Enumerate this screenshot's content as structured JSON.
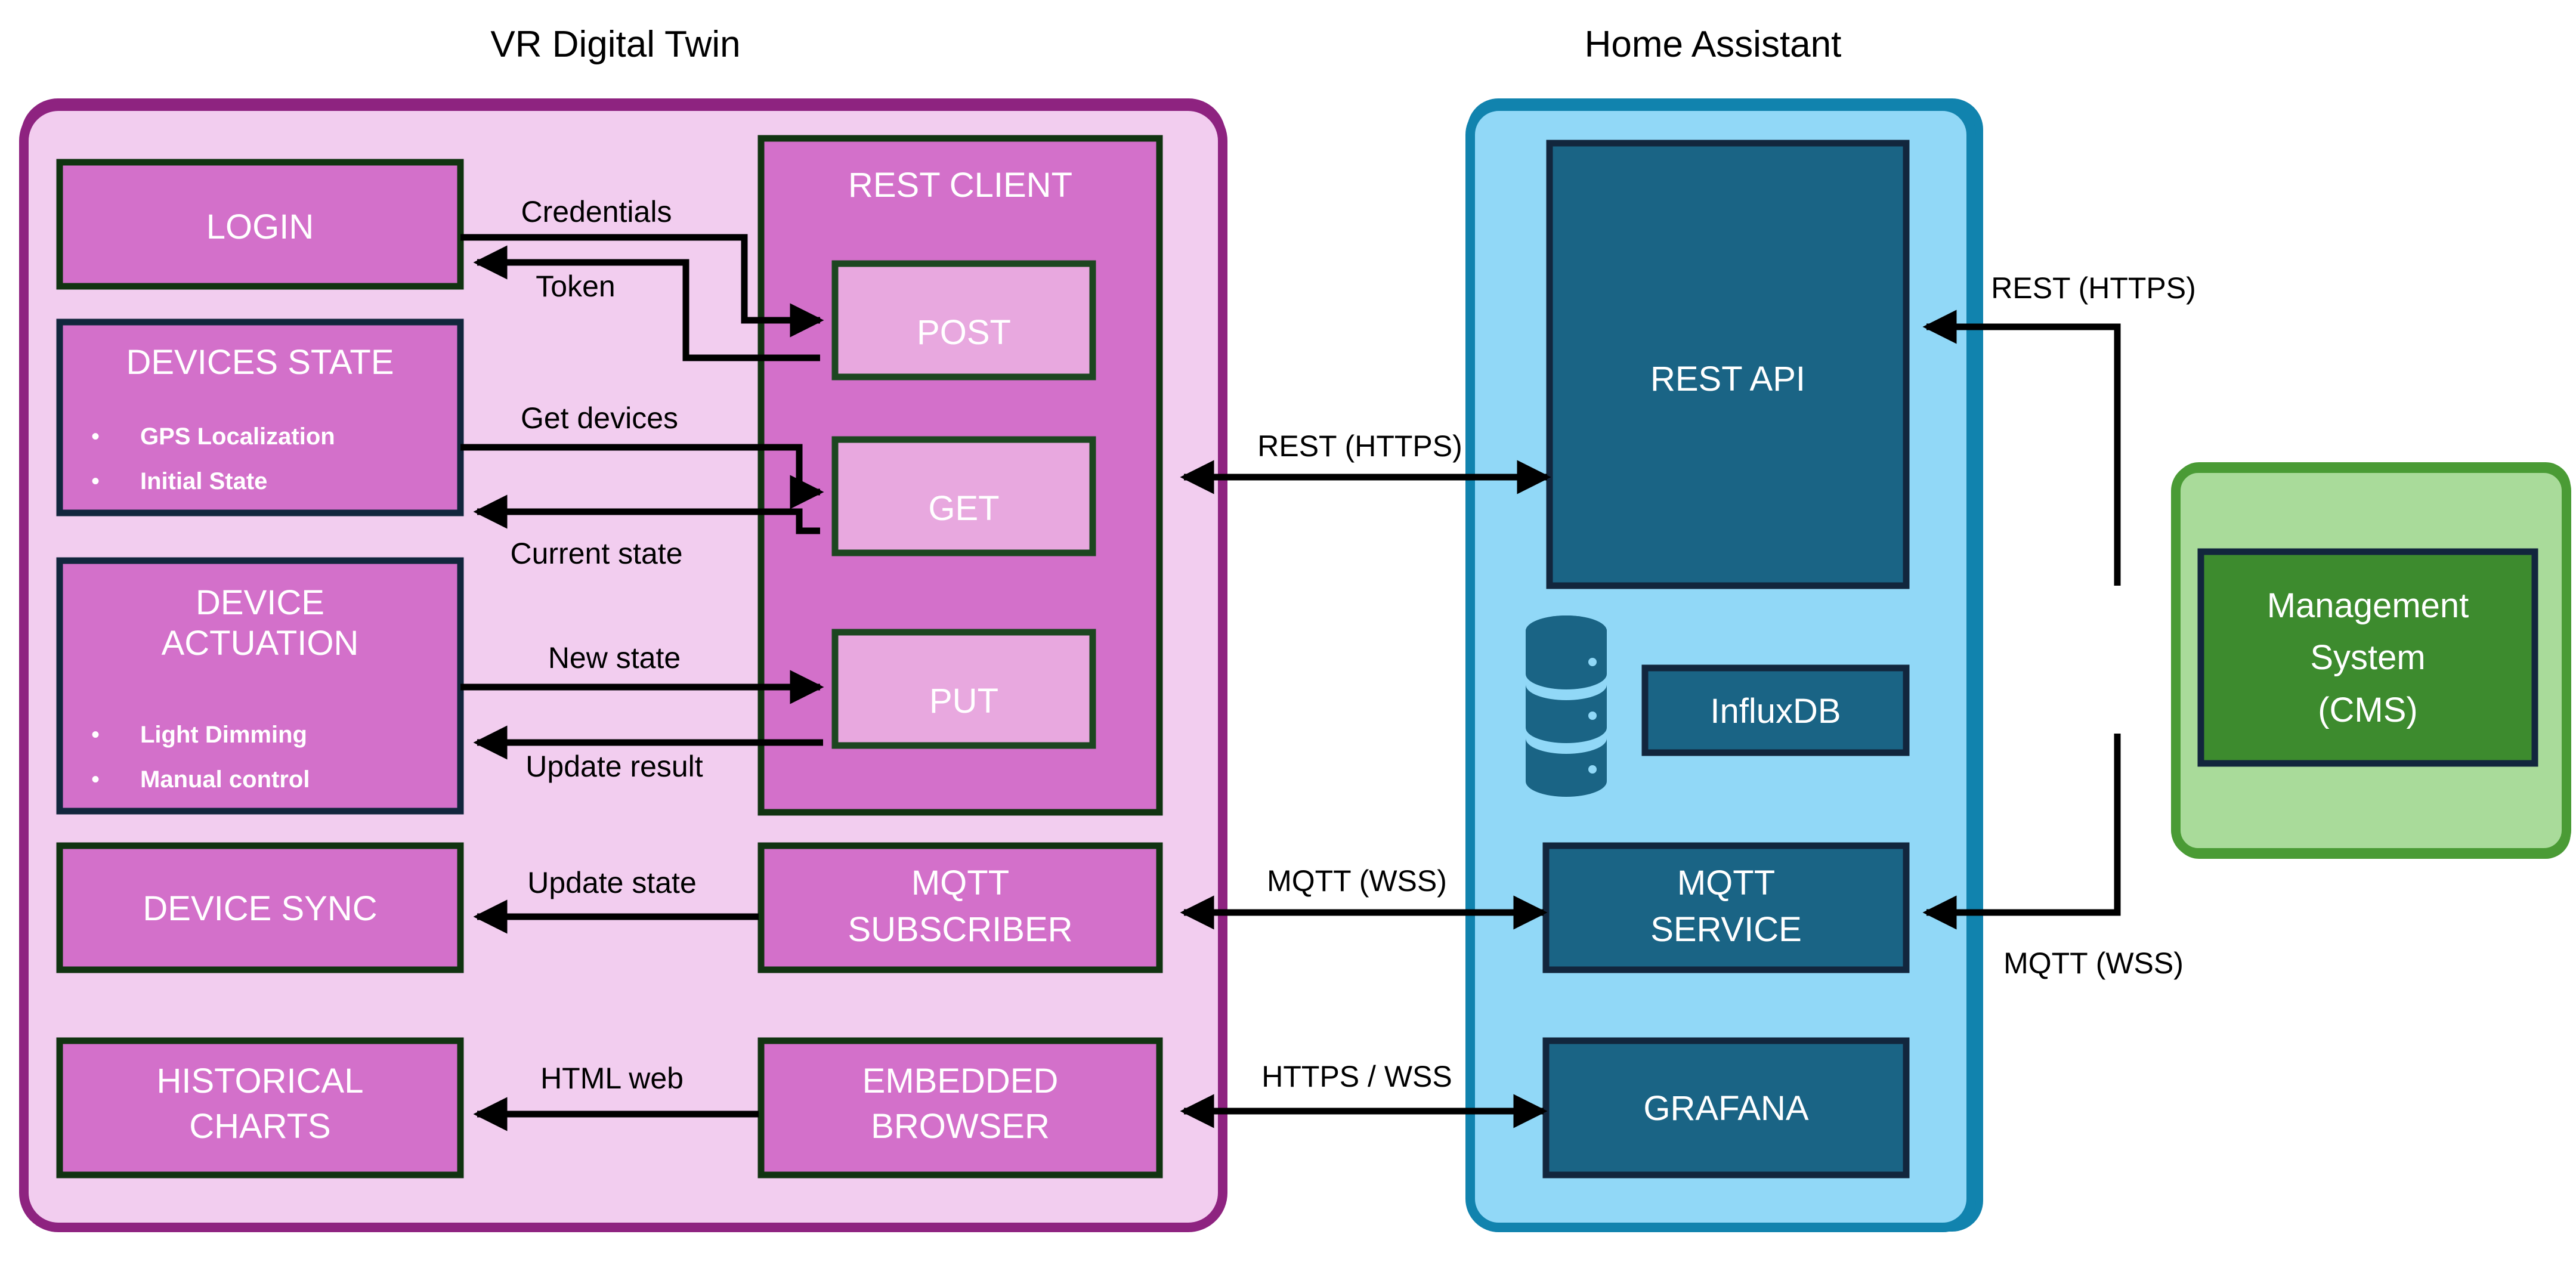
{
  "diagram": {
    "title_vr": "VR Digital Twin",
    "title_ha": "Home Assistant"
  },
  "colors": {
    "vr_panel_fill": "#F2CDEF",
    "vr_panel_border": "#8E2380",
    "vr_box_fill": "#D370CA",
    "vr_box_border": "#113311",
    "vr_subbox_fill": "#E8A8DF",
    "ha_panel_fill": "#91D8F7",
    "ha_panel_border": "#1183AE",
    "ha_box_fill": "#1A6485",
    "ha_box_border": "#12263D",
    "cms_panel_fill": "#A9DB9A",
    "cms_panel_border": "#4A9B35",
    "cms_box_fill": "#3D8B2E",
    "cms_box_border": "#12263D",
    "arrow": "#000000",
    "text_light": "#FFFFFF",
    "text_dark": "#000000"
  },
  "vr_panel": {
    "boxes": [
      {
        "id": "login",
        "label": "LOGIN"
      },
      {
        "id": "devices-state",
        "label": "DEVICES STATE",
        "bullets": [
          "GPS Localization",
          "Initial State"
        ]
      },
      {
        "id": "device-actuation",
        "label_line1": "DEVICE",
        "label_line2": "ACTUATION",
        "bullets": [
          "Light Dimming",
          "Manual control"
        ]
      },
      {
        "id": "device-sync",
        "label": "DEVICE SYNC"
      },
      {
        "id": "historical-charts",
        "label_line1": "HISTORICAL",
        "label_line2": "CHARTS"
      },
      {
        "id": "rest-client",
        "label": "REST CLIENT",
        "children": [
          "POST",
          "GET",
          "PUT"
        ]
      },
      {
        "id": "mqtt-subscriber",
        "label_line1": "MQTT",
        "label_line2": "SUBSCRIBER"
      },
      {
        "id": "embedded-browser",
        "label_line1": "EMBEDDED",
        "label_line2": "BROWSER"
      }
    ],
    "rest_client_label": "REST CLIENT",
    "post_label": "POST",
    "get_label": "GET",
    "put_label": "PUT"
  },
  "ha_panel": {
    "rest_api_label": "REST API",
    "influxdb_label": "InfluxDB",
    "mqtt_service_line1": "MQTT",
    "mqtt_service_line2": "SERVICE",
    "grafana_label": "GRAFANA",
    "database_icon": "database-icon"
  },
  "cms_panel": {
    "line1": "Management",
    "line2": "System",
    "line3": "(CMS)"
  },
  "internal_flows": [
    {
      "id": "credentials",
      "label": "Credentials",
      "from": "LOGIN",
      "to": "POST"
    },
    {
      "id": "token",
      "label": "Token",
      "from": "POST",
      "to": "LOGIN"
    },
    {
      "id": "get-devices",
      "label": "Get devices",
      "from": "DEVICES STATE",
      "to": "GET"
    },
    {
      "id": "current-state",
      "label": "Current state",
      "from": "GET",
      "to": "DEVICES STATE"
    },
    {
      "id": "new-state",
      "label": "New state",
      "from": "DEVICE ACTUATION",
      "to": "PUT"
    },
    {
      "id": "update-result",
      "label": "Update result",
      "from": "PUT",
      "to": "DEVICE ACTUATION"
    },
    {
      "id": "update-state",
      "label": "Update state",
      "from": "MQTT SUBSCRIBER",
      "to": "DEVICE SYNC"
    },
    {
      "id": "html-web",
      "label": "HTML web",
      "from": "EMBEDDED BROWSER",
      "to": "HISTORICAL CHARTS"
    }
  ],
  "external_flows": [
    {
      "id": "vr-ha-rest",
      "label": "REST (HTTPS)",
      "from": "REST CLIENT",
      "to": "REST API",
      "direction": "bidirectional"
    },
    {
      "id": "vr-ha-mqtt",
      "label": "MQTT (WSS)",
      "from": "MQTT SUBSCRIBER",
      "to": "MQTT SERVICE",
      "direction": "bidirectional"
    },
    {
      "id": "vr-ha-https-wss",
      "label": "HTTPS / WSS",
      "from": "EMBEDDED BROWSER",
      "to": "GRAFANA",
      "direction": "bidirectional"
    },
    {
      "id": "cms-rest",
      "label": "REST (HTTPS)",
      "from": "Management System (CMS)",
      "to": "REST API",
      "direction": "to-ha"
    },
    {
      "id": "cms-mqtt",
      "label": "MQTT (WSS)",
      "from": "Management System (CMS)",
      "to": "MQTT SERVICE",
      "direction": "to-ha"
    }
  ]
}
